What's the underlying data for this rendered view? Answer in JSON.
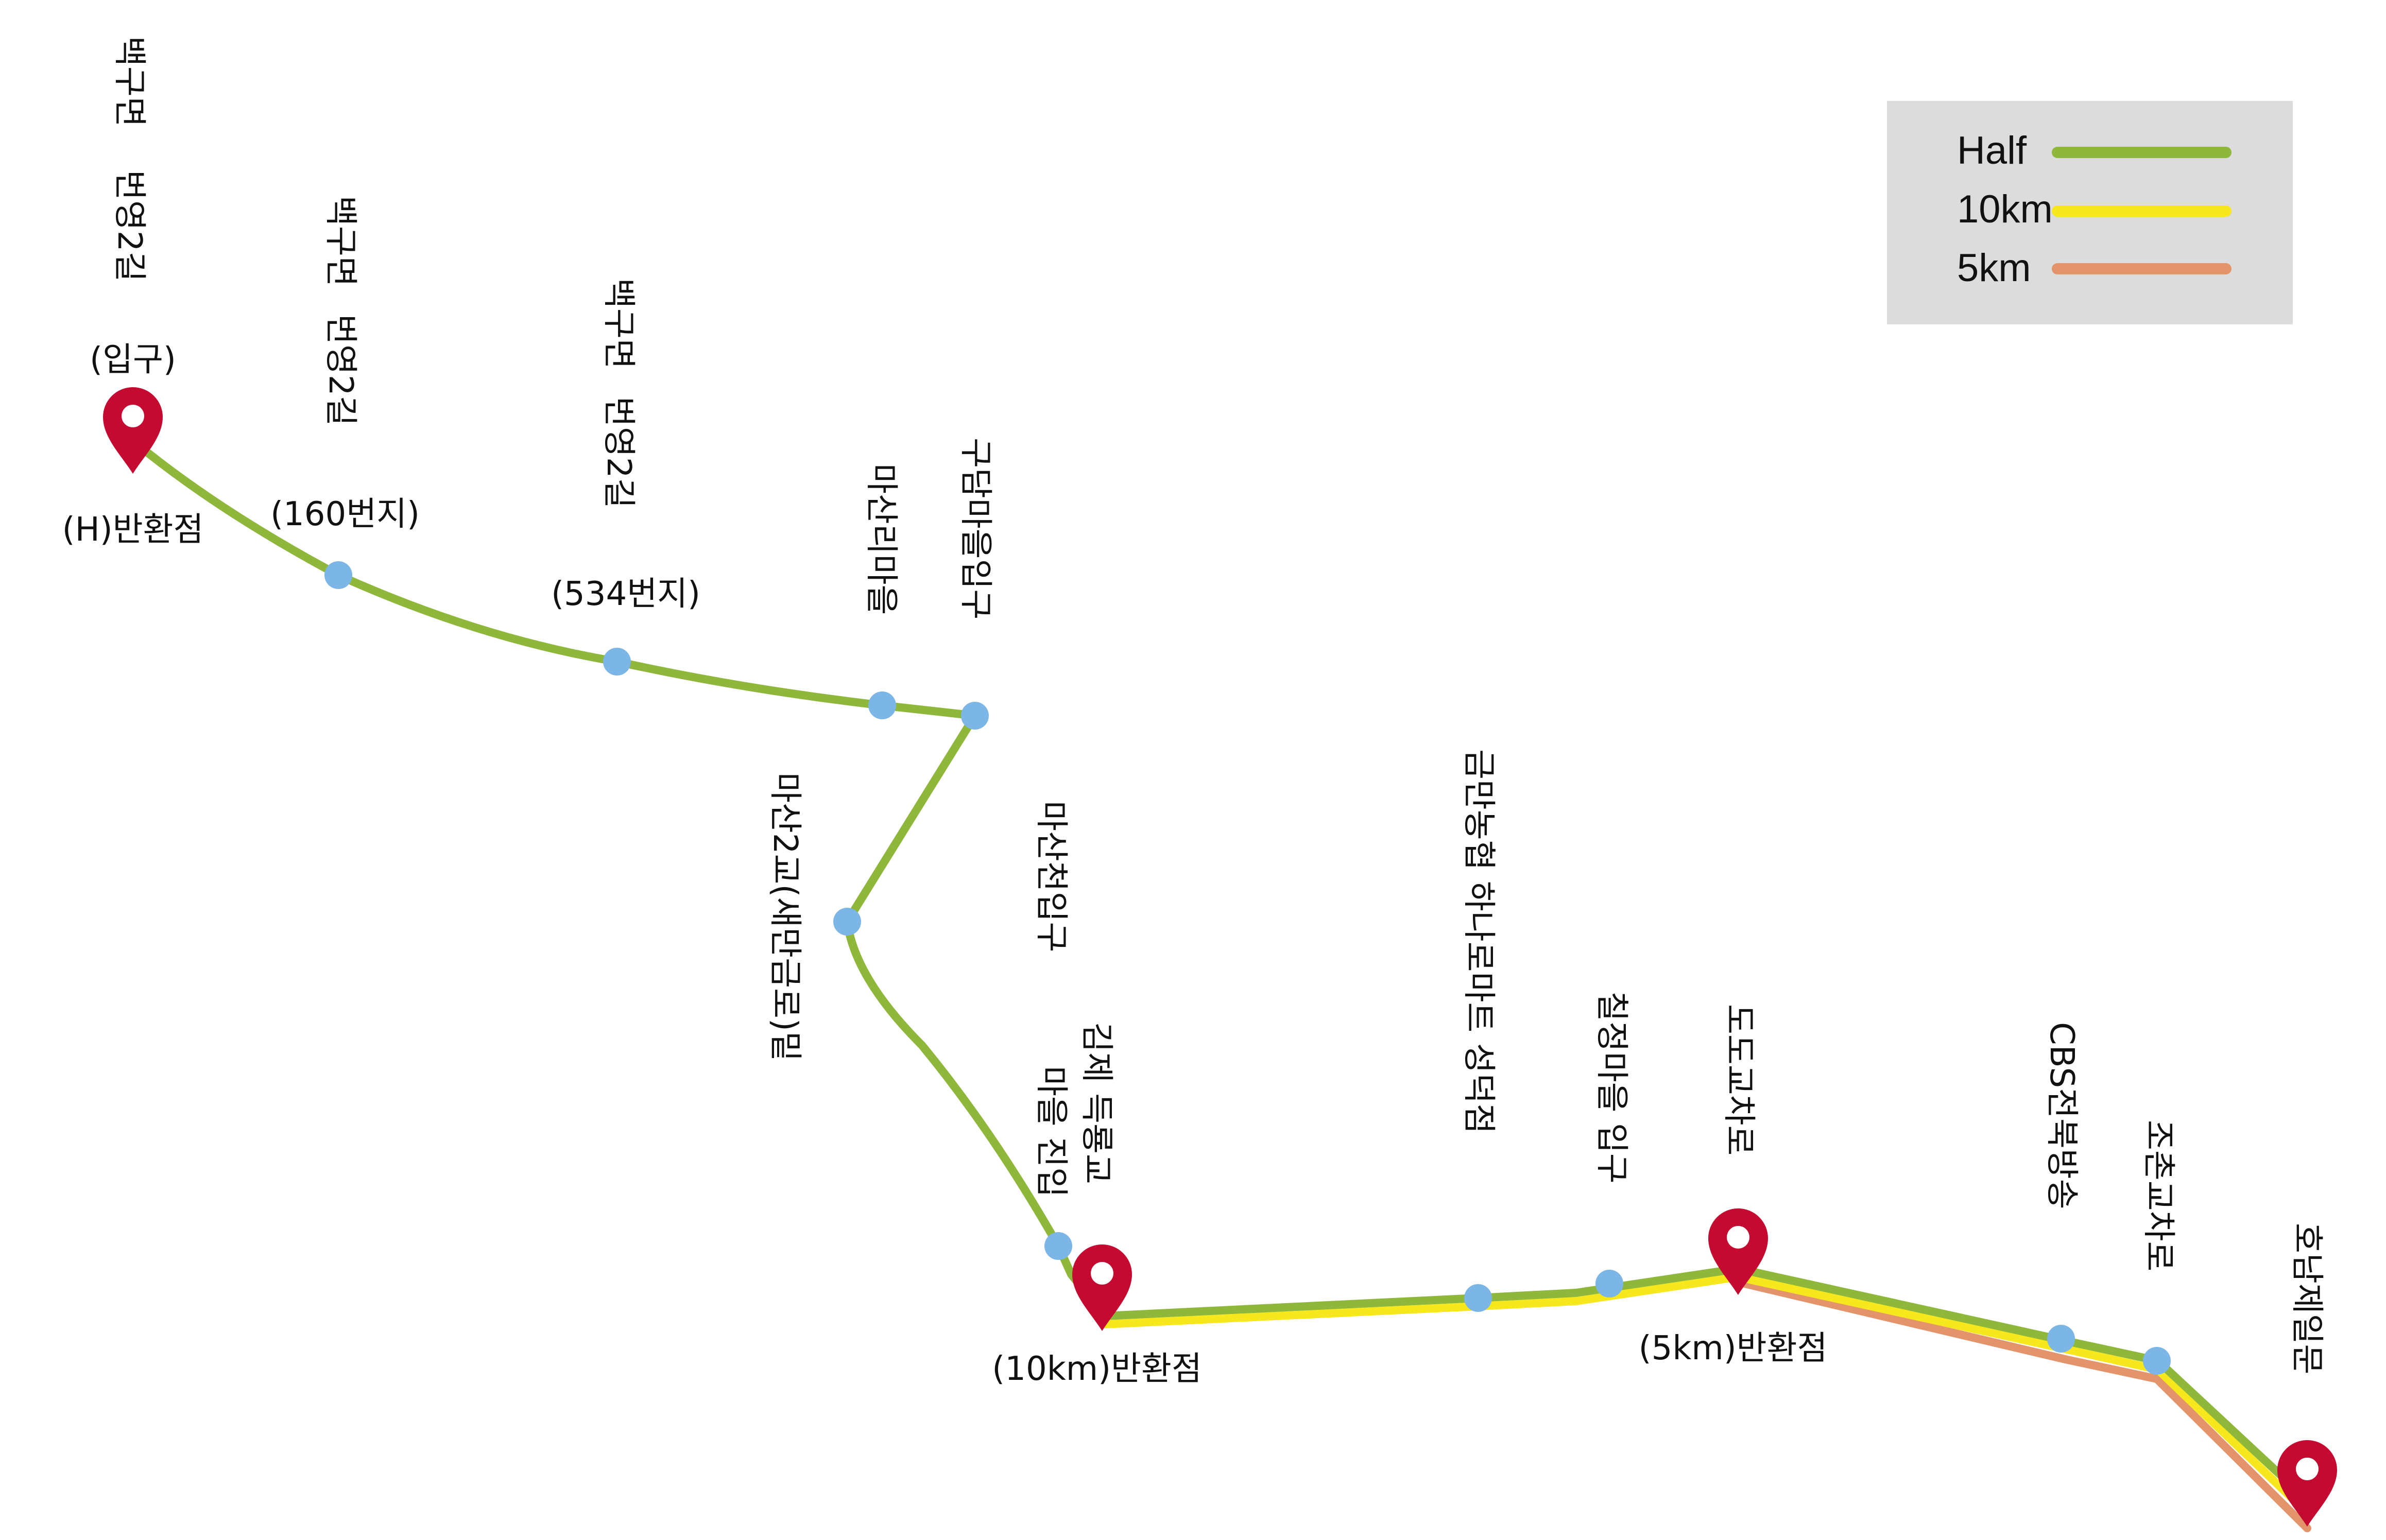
{
  "colors": {
    "half": "#8fb73b",
    "10km": "#f7e81d",
    "5km": "#e3946a",
    "point": "#7cb6e6",
    "marker": "#c40a31",
    "legend_bg": "#dcdcdc"
  },
  "legend": {
    "half": "Half",
    "10km": "10km",
    "5km": "5km"
  },
  "labels": {
    "start_top_line1": "백구면",
    "start_top_line2": "번영2길",
    "start_top_line3": "(입구)",
    "start_bottom": "(H)반환점",
    "p1_line1": "백구면",
    "p1_line2": "번영2길",
    "p1_line3": "(160번지)",
    "p2_line1": "백구면",
    "p2_line2": "번영2길",
    "p2_line3": "(534번지)",
    "p3": "마산리마을",
    "p4": "구담마을입구",
    "p5": "마산2교(새만금로)밑",
    "p6_line1": "마산천입구",
    "p6_line2": "마을 진입",
    "p7": "김제 득룡교",
    "m10_bottom": "(10km)반환점",
    "p8": "금만농협 하나로마트 성덕점",
    "p9": "칠정마을 입구",
    "p10": "도도교차로",
    "m5_bottom": "(5km)반환점",
    "p11": "CBS전북방송",
    "p12": "조촌교차로",
    "p13": "호남제일문"
  }
}
